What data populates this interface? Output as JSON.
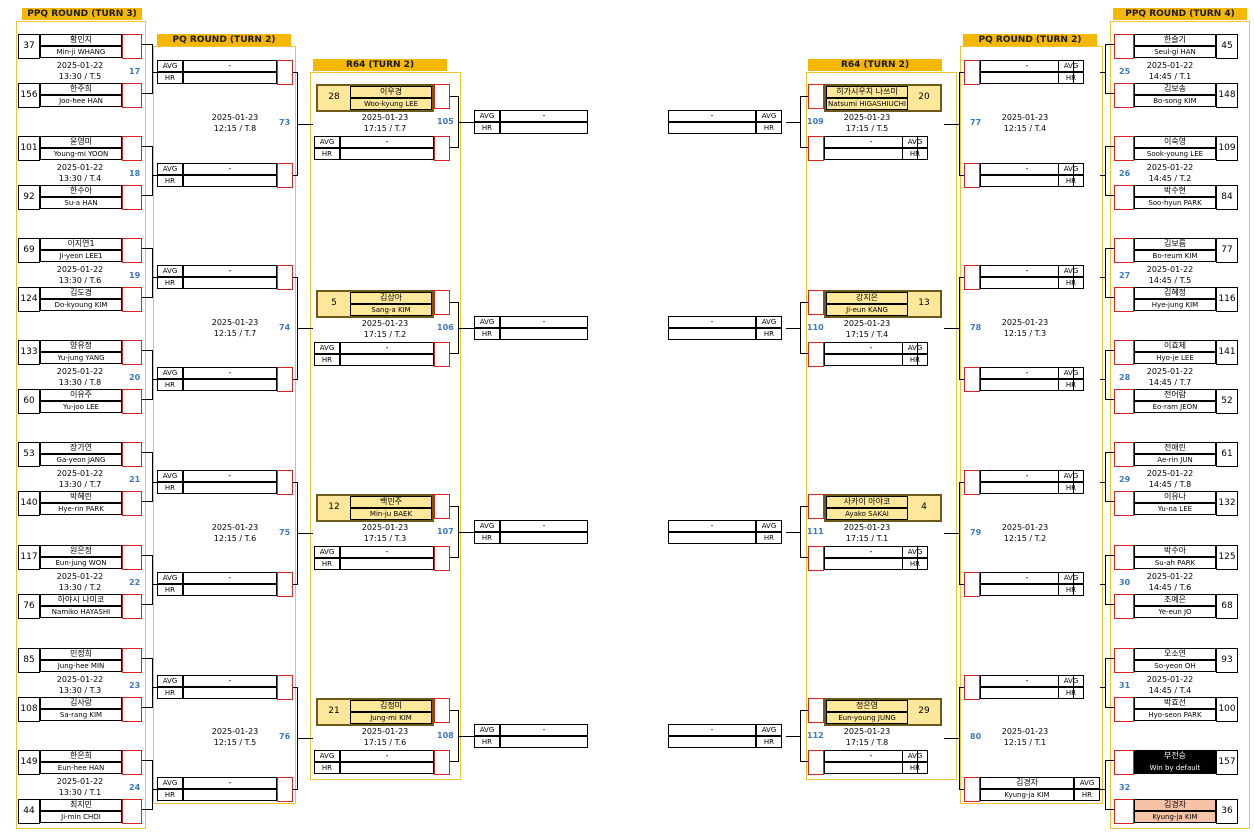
{
  "titles": {
    "ppq_left": "PPQ ROUND (TURN 3)",
    "pq_left": "PQ ROUND (TURN 2)",
    "r64_left": "R64 (TURN 2)",
    "r64_right": "R64 (TURN 2)",
    "pq_right": "PQ ROUND (TURN 2)",
    "ppq_right": "PPQ ROUND (TURN 4)"
  },
  "labels": {
    "avg": "AVG",
    "hr": "HR",
    "dash": "-"
  },
  "ppq_left": [
    {
      "num": "17",
      "date": "2025-01-22",
      "time": "13:30 / T.5",
      "top": {
        "seed": "37",
        "kn": "황민지",
        "en": "Min-ji WHANG"
      },
      "bot": {
        "seed": "156",
        "kn": "한주희",
        "en": "Joo-hee HAN"
      }
    },
    {
      "num": "18",
      "date": "2025-01-22",
      "time": "13:30 / T.4",
      "top": {
        "seed": "101",
        "kn": "윤영미",
        "en": "Young-mi YOON"
      },
      "bot": {
        "seed": "92",
        "kn": "한수아",
        "en": "Su-a HAN"
      }
    },
    {
      "num": "19",
      "date": "2025-01-22",
      "time": "13:30 / T.6",
      "top": {
        "seed": "69",
        "kn": "이지연1",
        "en": "Ji-yeon LEE1"
      },
      "bot": {
        "seed": "124",
        "kn": "김도경",
        "en": "Do-kyoung KIM"
      }
    },
    {
      "num": "20",
      "date": "2025-01-22",
      "time": "13:30 / T.8",
      "top": {
        "seed": "133",
        "kn": "양유정",
        "en": "Yu-jung YANG"
      },
      "bot": {
        "seed": "60",
        "kn": "이유주",
        "en": "Yu-joo LEE"
      }
    },
    {
      "num": "21",
      "date": "2025-01-22",
      "time": "13:30 / T.7",
      "top": {
        "seed": "53",
        "kn": "장가연",
        "en": "Ga-yeon JANG"
      },
      "bot": {
        "seed": "140",
        "kn": "박혜린",
        "en": "Hye-rin PARK"
      }
    },
    {
      "num": "22",
      "date": "2025-01-22",
      "time": "13:30 / T.2",
      "top": {
        "seed": "117",
        "kn": "원은정",
        "en": "Eun-jung WON"
      },
      "bot": {
        "seed": "76",
        "kn": "하야시 나미코",
        "en": "Namiko HAYASHI"
      }
    },
    {
      "num": "23",
      "date": "2025-01-22",
      "time": "13:30 / T.3",
      "top": {
        "seed": "85",
        "kn": "민정희",
        "en": "Jung-hee MIN"
      },
      "bot": {
        "seed": "108",
        "kn": "김사랑",
        "en": "Sa-rang KIM"
      }
    },
    {
      "num": "24",
      "date": "2025-01-22",
      "time": "13:30 / T.1",
      "top": {
        "seed": "149",
        "kn": "한은희",
        "en": "Eun-hee HAN"
      },
      "bot": {
        "seed": "44",
        "kn": "최지민",
        "en": "Ji-min CHOI"
      }
    }
  ],
  "ppq_right": [
    {
      "num": "25",
      "date": "2025-01-22",
      "time": "14:45 / T.1",
      "top": {
        "seed": "45",
        "kn": "한슬기",
        "en": "Seul-gi HAN"
      },
      "bot": {
        "seed": "148",
        "kn": "김보송",
        "en": "Bo-song KIM"
      }
    },
    {
      "num": "26",
      "date": "2025-01-22",
      "time": "14:45 / T.2",
      "top": {
        "seed": "109",
        "kn": "이숙영",
        "en": "Sook-young LEE"
      },
      "bot": {
        "seed": "84",
        "kn": "박수현",
        "en": "Soo-hyun PARK"
      }
    },
    {
      "num": "27",
      "date": "2025-01-22",
      "time": "14:45 / T.5",
      "top": {
        "seed": "77",
        "kn": "김보름",
        "en": "Bo-reum KIM"
      },
      "bot": {
        "seed": "116",
        "kn": "김혜정",
        "en": "Hye-jung KIM"
      }
    },
    {
      "num": "28",
      "date": "2025-01-22",
      "time": "14:45 / T.7",
      "top": {
        "seed": "141",
        "kn": "이효제",
        "en": "Hyo-je LEE"
      },
      "bot": {
        "seed": "52",
        "kn": "전어람",
        "en": "Eo-ram JEON"
      }
    },
    {
      "num": "29",
      "date": "2025-01-22",
      "time": "14:45 / T.8",
      "top": {
        "seed": "61",
        "kn": "전애린",
        "en": "Ae-rin JUN"
      },
      "bot": {
        "seed": "132",
        "kn": "이유나",
        "en": "Yu-na LEE"
      }
    },
    {
      "num": "30",
      "date": "2025-01-22",
      "time": "14:45 / T.6",
      "top": {
        "seed": "125",
        "kn": "박수아",
        "en": "Su-ah PARK"
      },
      "bot": {
        "seed": "68",
        "kn": "조예은",
        "en": "Ye-eun JO"
      }
    },
    {
      "num": "31",
      "date": "2025-01-22",
      "time": "14:45 / T.4",
      "top": {
        "seed": "93",
        "kn": "오소연",
        "en": "So-yeon OH"
      },
      "bot": {
        "seed": "100",
        "kn": "박효선",
        "en": "Hyo-seon PARK"
      }
    },
    {
      "num": "32",
      "date": "",
      "time": "",
      "top": {
        "seed": "157",
        "kn": "부전승",
        "en": "Win by default"
      },
      "bot": {
        "seed": "36",
        "kn": "김경자",
        "en": "Kyung-ja KIM"
      }
    }
  ],
  "pq_left": [
    {
      "num": "73",
      "date": "2025-01-23",
      "time": "12:15 / T.8"
    },
    {
      "num": "74",
      "date": "2025-01-23",
      "time": "12:15 / T.7"
    },
    {
      "num": "75",
      "date": "2025-01-23",
      "time": "12:15 / T.6"
    },
    {
      "num": "76",
      "date": "2025-01-23",
      "time": "12:15 / T.5"
    }
  ],
  "pq_right": [
    {
      "num": "77",
      "date": "2025-01-23",
      "time": "12:15 / T.4"
    },
    {
      "num": "78",
      "date": "2025-01-23",
      "time": "12:15 / T.3"
    },
    {
      "num": "79",
      "date": "2025-01-23",
      "time": "12:15 / T.2"
    },
    {
      "num": "80",
      "date": "2025-01-23",
      "time": "12:15 / T.1"
    }
  ],
  "pq_right_winner": {
    "kn": "김경자",
    "en": "Kyung-ja KIM"
  },
  "r64_left": [
    {
      "num": "105",
      "date": "2025-01-23",
      "time": "17:15 / T.7",
      "seed": "28",
      "kn": "이우경",
      "en": "Woo-kyung LEE"
    },
    {
      "num": "106",
      "date": "2025-01-23",
      "time": "17:15 / T.2",
      "seed": "5",
      "kn": "김상아",
      "en": "Sang-a KIM"
    },
    {
      "num": "107",
      "date": "2025-01-23",
      "time": "17:15 / T.3",
      "seed": "12",
      "kn": "백민주",
      "en": "Min-ju BAEK"
    },
    {
      "num": "108",
      "date": "2025-01-23",
      "time": "17:15 / T.6",
      "seed": "21",
      "kn": "김정미",
      "en": "Jung-mi KIM"
    }
  ],
  "r64_right": [
    {
      "num": "109",
      "date": "2025-01-23",
      "time": "17:15 / T.5",
      "seed": "20",
      "kn": "히가시우치 나쓰미",
      "en": "Natsumi HIGASHIUCHI"
    },
    {
      "num": "110",
      "date": "2025-01-23",
      "time": "17:15 / T.4",
      "seed": "13",
      "kn": "강지은",
      "en": "Ji-eun KANG"
    },
    {
      "num": "111",
      "date": "2025-01-23",
      "time": "17:15 / T.1",
      "seed": "4",
      "kn": "사카이 아야코",
      "en": "Ayako SAKAI"
    },
    {
      "num": "112",
      "date": "2025-01-23",
      "time": "17:15 / T.8",
      "seed": "29",
      "kn": "정은영",
      "en": "Eun-young JUNG"
    }
  ]
}
